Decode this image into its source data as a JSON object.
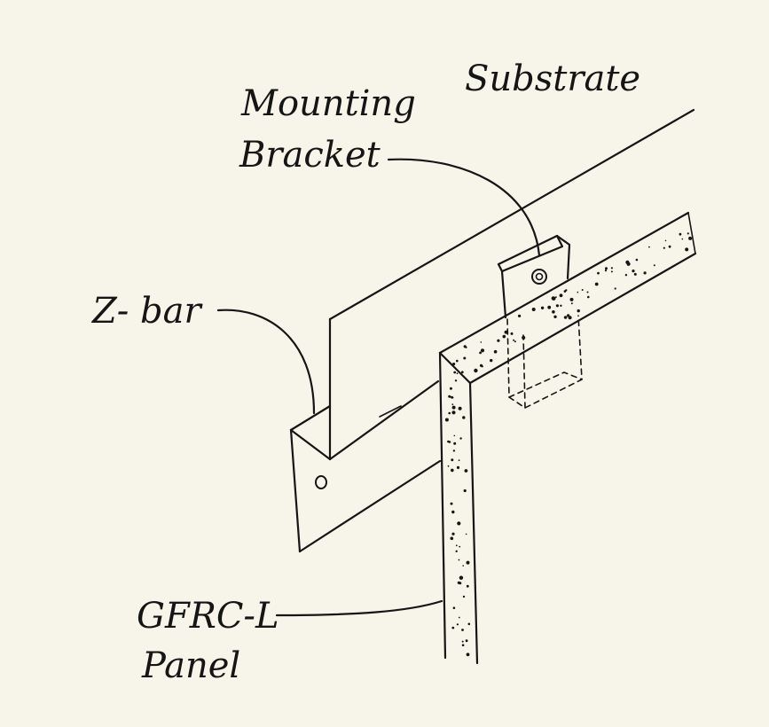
{
  "labels": {
    "substrate": "Substrate",
    "mounting_bracket_line1": "Mounting",
    "mounting_bracket_line2": "Bracket",
    "z_bar": "Z- bar",
    "gfrc_line1": "GFRC-L",
    "gfrc_line2": "Panel"
  },
  "colors": {
    "paper": "#f7f5e9",
    "ink": "#151515"
  }
}
